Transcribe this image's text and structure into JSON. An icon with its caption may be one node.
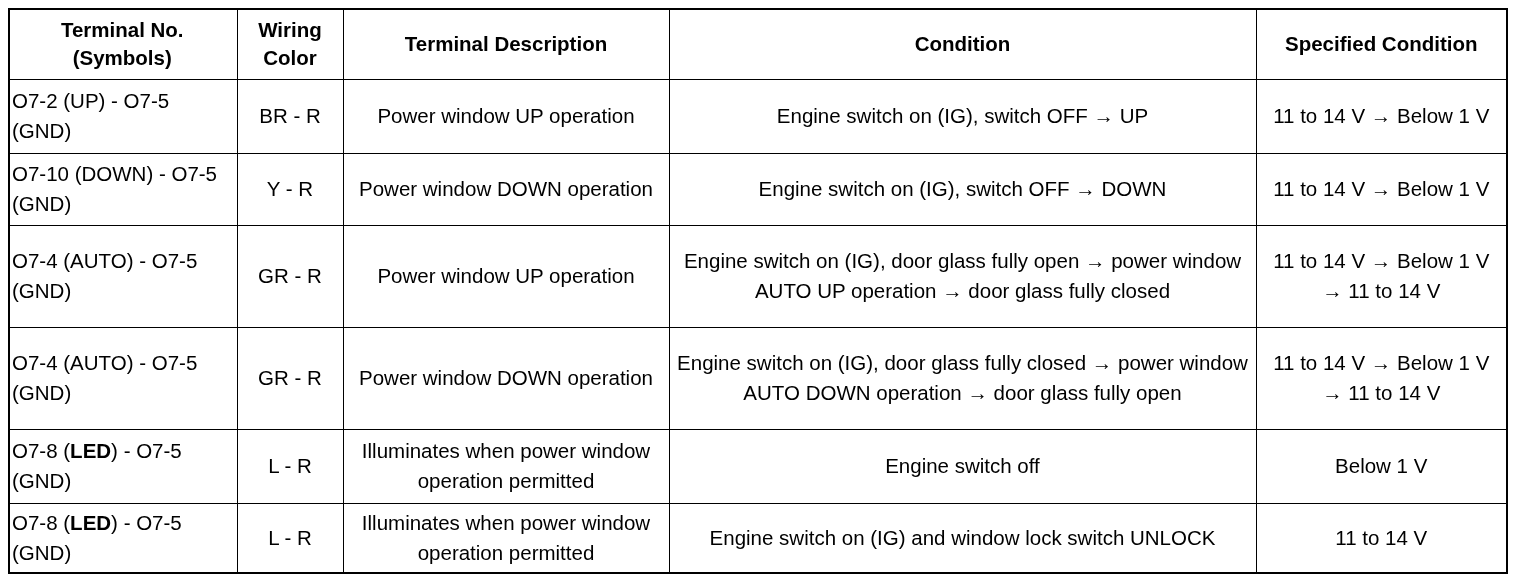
{
  "diagram": {
    "labels": [
      "Terminal No. (Symbols)",
      "Wiring Color",
      "Terminal Description",
      "Condition",
      "Specified Condition",
      "O7-2 (UP) - O7-5 (GND)",
      "BR - R",
      "Power window UP operation",
      "Engine switch on (IG), switch OFF → UP",
      "11 to 14 V → Below 1 V",
      "O7-10 (DOWN) - O7-5 (GND)",
      "Y - R",
      "Power window DOWN operation",
      "Engine switch on (IG), switch OFF → DOWN",
      "11 to 14 V → Below 1 V",
      "O7-4 (AUTO) - O7-5 (GND)",
      "GR - R",
      "Power window UP operation",
      "Engine switch on (IG), door glass fully open → power window AUTO UP operation → door glass fully closed",
      "11 to 14 V → Below 1 V → 11 to 14 V",
      "O7-4 (AUTO) - O7-5 (GND)",
      "GR - R",
      "Power window DOWN operation",
      "Engine switch on (IG), door glass fully closed → power window AUTO DOWN operation → door glass fully open",
      "11 to 14 V → Below 1 V → 11 to 14 V",
      "O7-8 (**LED**) - O7-5 (GND)",
      "L - R",
      "Illuminates when power window operation permitted",
      "Engine switch off",
      "Below 1 V",
      "O7-8 (**LED**) - O7-5 (GND)",
      "L - R",
      "Illuminates when power window operation permitted",
      "Engine switch on (IG) and window lock switch UNLOCK",
      "11 to 14 V"
    ]
  }
}
